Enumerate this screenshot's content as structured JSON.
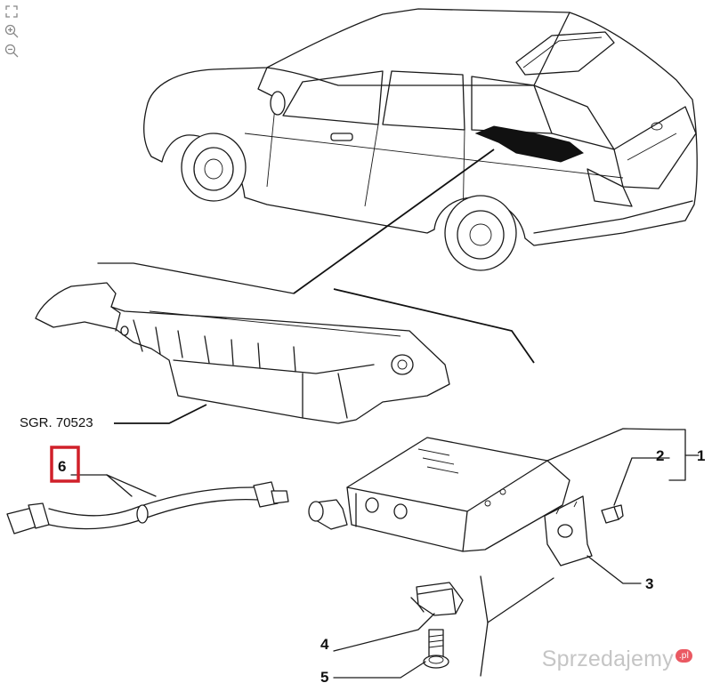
{
  "toolbar": {
    "items": [
      {
        "name": "fullscreen-icon"
      },
      {
        "name": "zoom-in-icon"
      },
      {
        "name": "zoom-out-icon"
      }
    ]
  },
  "diagram": {
    "reference": "SGR. 70523",
    "callouts": {
      "part1": "1",
      "part2": "2",
      "part3": "3",
      "part4": "4",
      "part5": "5",
      "part6": "6"
    },
    "highlight_color": "#d0202a"
  },
  "watermark": {
    "text": "Sprzedajemy",
    "badge": ".pl"
  }
}
